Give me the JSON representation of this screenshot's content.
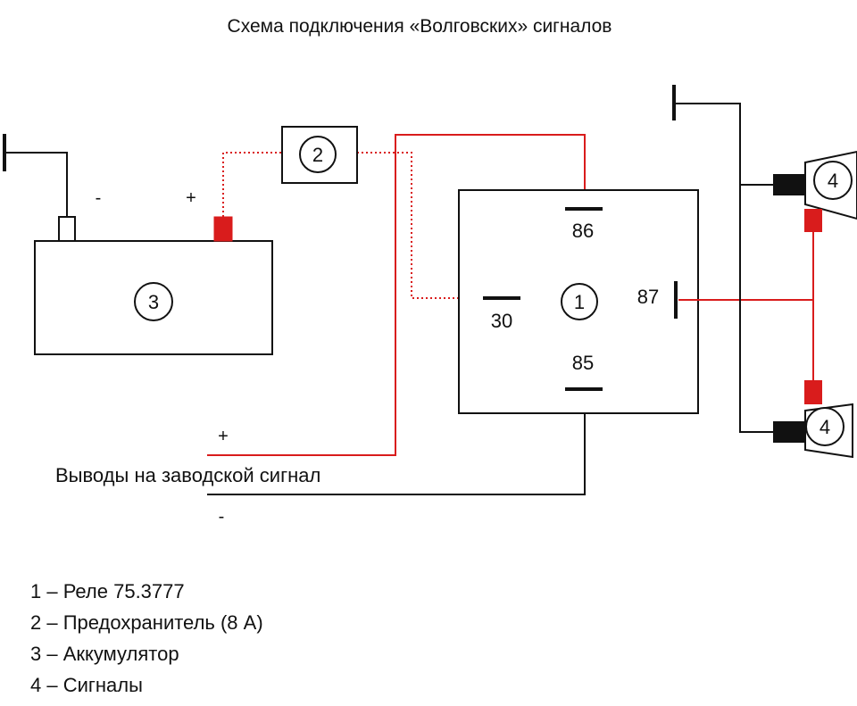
{
  "title": "Схема подключения «Волговских» сигналов",
  "colors": {
    "positive": "#d91c1c",
    "wire": "#111111",
    "terminal_black": "#111111"
  },
  "battery": {
    "number": "3",
    "minus_label": "-",
    "plus_label": "+"
  },
  "fuse": {
    "number": "2"
  },
  "relay": {
    "number": "1",
    "pins": {
      "p86": "86",
      "p30": "30",
      "p87": "87",
      "p85": "85"
    }
  },
  "horns": [
    {
      "number": "4"
    },
    {
      "number": "4"
    }
  ],
  "factory_output": {
    "label": "Выводы на заводской сигнал",
    "plus_label": "+",
    "minus_label": "-"
  },
  "legend": [
    "1 – Реле 75.3777",
    "2 – Предохранитель (8 А)",
    "3 – Аккумулятор",
    "4 – Сигналы"
  ]
}
